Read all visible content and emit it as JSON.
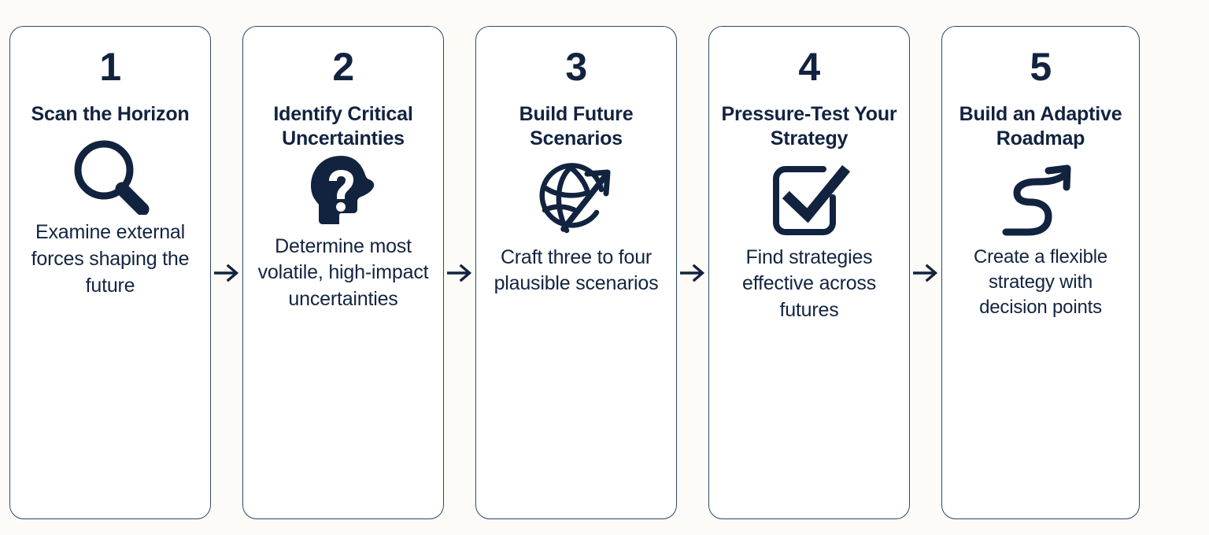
{
  "diagram": {
    "type": "horizontal-process-flow",
    "background_color": "#fdfbf7",
    "accent_color": "#12233f",
    "card_border_color": "#2c4a6b",
    "card_background": "#ffffff",
    "connector_symbol": "right-arrow",
    "steps": [
      {
        "number": "1",
        "title": "Scan the Horizon",
        "icon": "magnifying-glass-icon",
        "description": "Examine external forces shaping the future"
      },
      {
        "number": "2",
        "title": "Identify Critical Uncertainties",
        "icon": "head-question-mark-icon",
        "description": "Determine most volatile, high-impact uncertainties"
      },
      {
        "number": "3",
        "title": "Build Future Scenarios",
        "icon": "globe-arrow-icon",
        "description": "Craft three to four plausible scenarios"
      },
      {
        "number": "4",
        "title": "Pressure-Test Your Strategy",
        "icon": "checkbox-check-icon",
        "description": "Find strategies effective across futures"
      },
      {
        "number": "5",
        "title": "Build an Adaptive Roadmap",
        "icon": "winding-arrow-icon",
        "description": "Create a flexible strategy with decision points"
      }
    ]
  }
}
